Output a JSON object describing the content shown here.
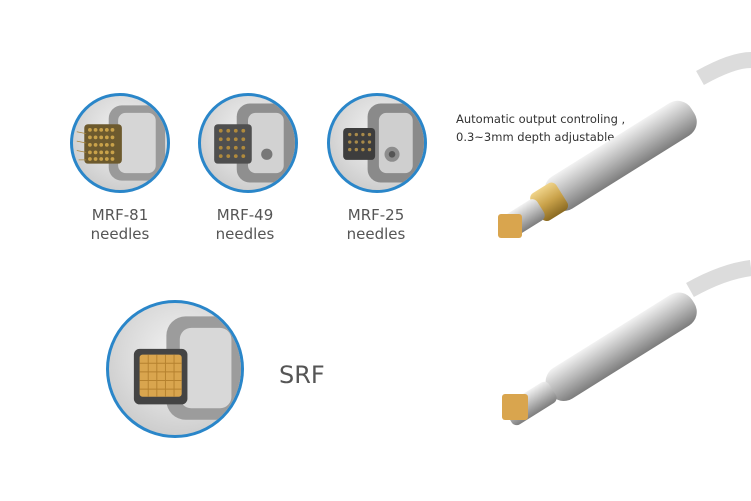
{
  "tips": [
    {
      "name": "MRF-81",
      "unit": "needles"
    },
    {
      "name": "MRF-49",
      "unit": "needles"
    },
    {
      "name": "MRF-25",
      "unit": "needles"
    }
  ],
  "srf": {
    "label": "SRF"
  },
  "feature": {
    "line1": "Automatic output controling ,",
    "line2": "0.3~3mm depth adjustable"
  },
  "colors": {
    "ring": "#2a86c9",
    "gold": "#c9a24a",
    "metal": "#b8b8b8"
  }
}
